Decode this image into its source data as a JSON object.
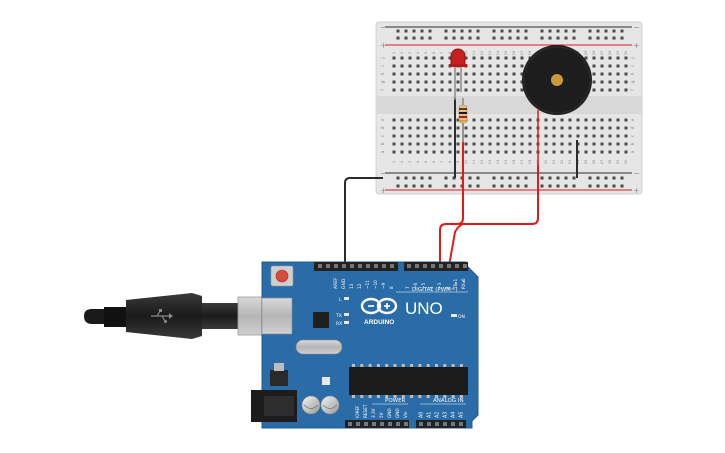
{
  "board": {
    "brand": "ARDUINO",
    "model": "UNO",
    "on_label": "ON",
    "digital_header": "DIGITAL (PWM~)",
    "power_header": "POWER",
    "analog_header": "ANALOG IN",
    "aref": "AREF",
    "gnd": "GND",
    "led_l": "L",
    "led_tx": "TX",
    "led_rx": "RX",
    "digital_pins": [
      "13",
      "12",
      "~11",
      "~10",
      "~9",
      "8",
      "7",
      "~6",
      "~5",
      "4",
      "~3",
      "2",
      "TX▸1",
      "RX◂0"
    ],
    "power_pins": [
      "IOREF",
      "RESET",
      "3.3V",
      "5V",
      "GND",
      "GND",
      "Vin"
    ],
    "analog_pins": [
      "A0",
      "A1",
      "A2",
      "A3",
      "A4",
      "A5"
    ]
  },
  "breadboard": {
    "row_letters_top": [
      "j",
      "i",
      "h",
      "g",
      "f"
    ],
    "row_letters_bottom": [
      "e",
      "d",
      "c",
      "b",
      "a"
    ],
    "column_numbers": [
      "1",
      "2",
      "3",
      "4",
      "5",
      "6",
      "7",
      "8",
      "9",
      "10",
      "11",
      "12",
      "13",
      "14",
      "15",
      "16",
      "17",
      "18",
      "19",
      "20",
      "21",
      "22",
      "23",
      "24",
      "25",
      "26",
      "27",
      "28",
      "29",
      "30"
    ],
    "rail_minus": "−",
    "rail_plus": "+"
  },
  "colors": {
    "board_blue": "#2a6ca8",
    "breadboard": "#e6e6e6",
    "wire_red": "#e11b1b",
    "wire_black": "#2b2b2b",
    "led_red": "#c7201e",
    "buzzer": "#1d1d1d"
  },
  "icons": {
    "usb": "usb-icon",
    "infinity_logo": "arduino-infinity-logo"
  }
}
